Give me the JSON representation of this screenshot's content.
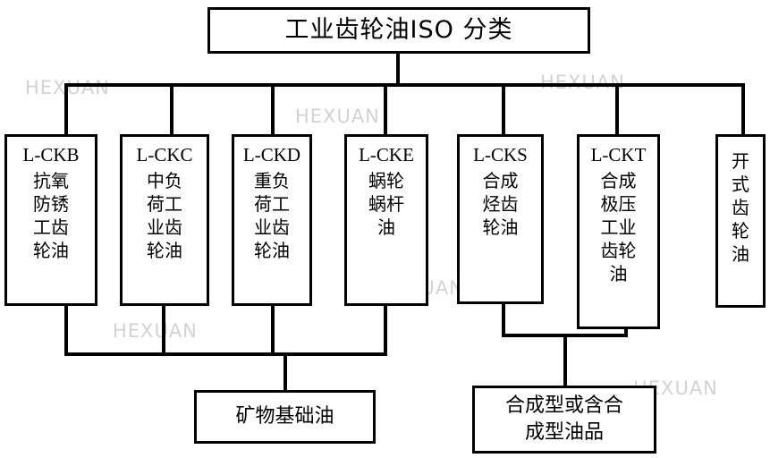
{
  "diagram": {
    "title_box": {
      "text": "工业齿轮油ISO 分类"
    },
    "categories": [
      {
        "code": "L-CKB",
        "lines": [
          "抗氧",
          "防锈",
          "工齿",
          "轮油"
        ],
        "full_name": "抗氧防锈工齿轮油"
      },
      {
        "code": "L-CKC",
        "lines": [
          "中负",
          "荷工",
          "业齿",
          "轮油"
        ],
        "full_name": "中负荷工业齿轮油"
      },
      {
        "code": "L-CKD",
        "lines": [
          "重负",
          "荷工",
          "业齿",
          "轮油"
        ],
        "full_name": "重负荷工业齿轮油"
      },
      {
        "code": "L-CKE",
        "lines": [
          "蜗轮",
          "蜗杆",
          "油"
        ],
        "full_name": "蜗轮蜗杆油"
      },
      {
        "code": "L-CKS",
        "lines": [
          "合成",
          "烃齿",
          "轮油"
        ],
        "full_name": "合成烃齿轮油"
      },
      {
        "code": "L-CKT",
        "lines": [
          "合成",
          "极压",
          "工业",
          "齿轮",
          "油"
        ],
        "full_name": "合成极压工业齿轮油"
      },
      {
        "code": "",
        "lines": [
          "开",
          "式",
          "齿",
          "轮",
          "油"
        ],
        "full_name": "开式齿轮油"
      }
    ],
    "base_oils": [
      {
        "lines": [
          "矿物基础油"
        ],
        "full_name": "矿物基础油"
      },
      {
        "lines": [
          "合成型或含合",
          "成型油品"
        ],
        "full_name": "合成型或含合成型油品"
      }
    ],
    "watermarks": [
      "HEXUAN",
      "HEXUAN",
      "HEXUAN",
      "HEXUAN",
      "HEXUAN",
      "HEXUAN"
    ],
    "colors": {
      "stroke": "#000000",
      "background": "#ffffff",
      "watermark": "#d2d2d2"
    }
  }
}
